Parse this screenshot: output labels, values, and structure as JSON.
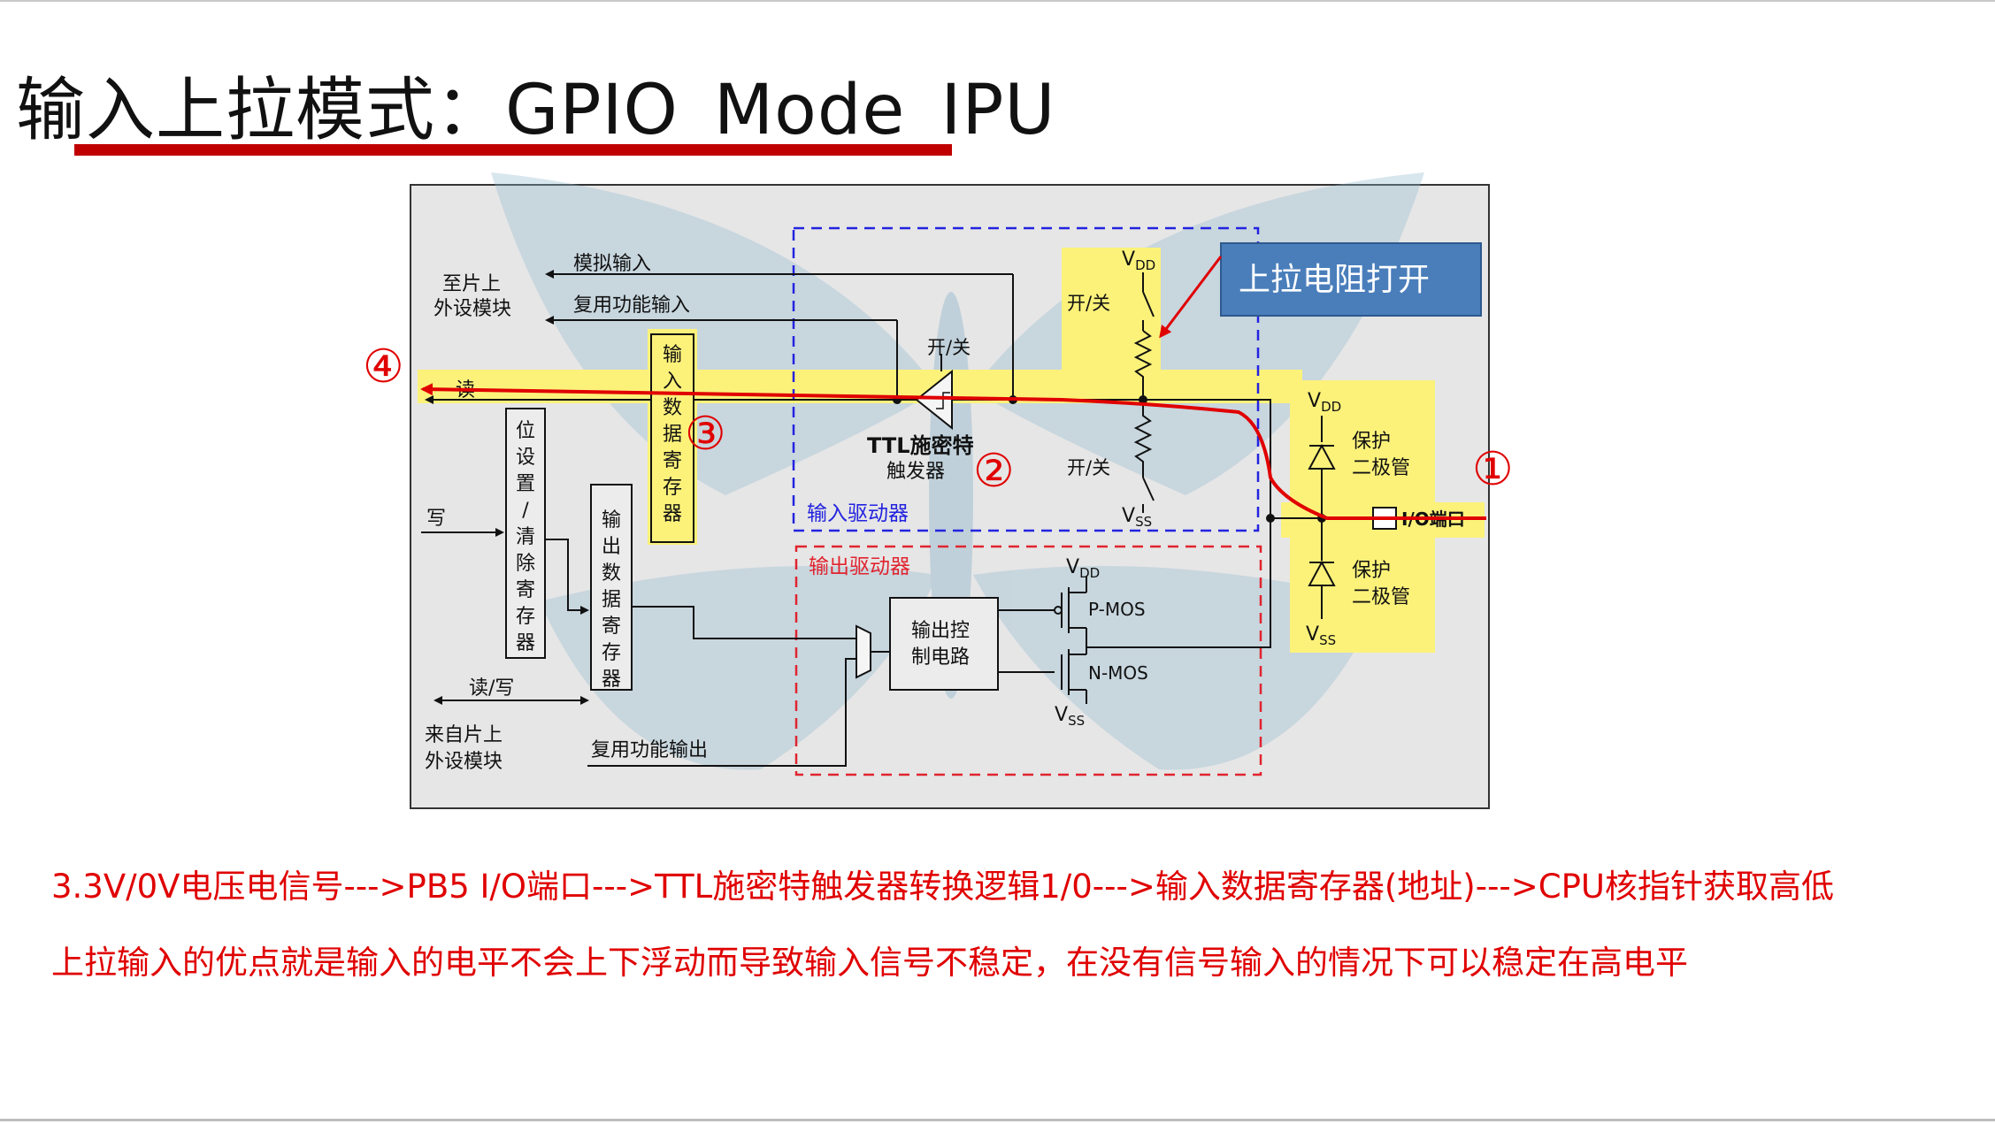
{
  "slide": {
    "title": "输入上拉模式：GPIO_Mode_IPU",
    "accent_color": "#c00000"
  },
  "diagram": {
    "to_peripheral": [
      "至片上",
      "外设模块"
    ],
    "analog_input": "模拟输入",
    "alt_func_input": "复用功能输入",
    "read": "读",
    "write": "写",
    "read_write": "读/写",
    "from_peripheral": [
      "来自片上",
      "外设模块"
    ],
    "alt_func_output": "复用功能输出",
    "bit_set_reset_register": [
      "位",
      "设",
      "置",
      "/",
      "清",
      "除",
      "寄",
      "存",
      "器"
    ],
    "output_data_register": [
      "输",
      "出",
      "数",
      "据",
      "寄",
      "存",
      "器"
    ],
    "input_data_register": [
      "输",
      "入",
      "数",
      "据",
      "寄",
      "存",
      "器"
    ],
    "on_off": "开/关",
    "ttl_schmitt": [
      "TTL施密特",
      "触发器"
    ],
    "input_driver": "输入驱动器",
    "output_driver": "输出驱动器",
    "output_control": [
      "输出控",
      "制电路"
    ],
    "vdd": "V",
    "vdd_sub": "DD",
    "vss": "V",
    "vss_sub": "SS",
    "pmos": "P-MOS",
    "nmos": "N-MOS",
    "protect_diode": [
      "保护",
      "二极管"
    ],
    "io_port": "I/O端口",
    "callout": "上拉电阻打开",
    "markers": [
      "①",
      "②",
      "③",
      "④"
    ],
    "highlight_color": "#fcf27a",
    "signal_path_color": "#e00000",
    "callout_color": "#4a7ebb",
    "input_driver_border": "#2323e0",
    "output_driver_border": "#e0242f"
  },
  "notes": {
    "line1": "3.3V/0V电压电信号--->PB5 I/O端口--->TTL施密特触发器转换逻辑1/0--->输入数据寄存器(地址)--->CPU核指针获取高低",
    "line2": "上拉输入的优点就是输入的电平不会上下浮动而导致输入信号不稳定，在没有信号输入的情况下可以稳定在高电平"
  }
}
